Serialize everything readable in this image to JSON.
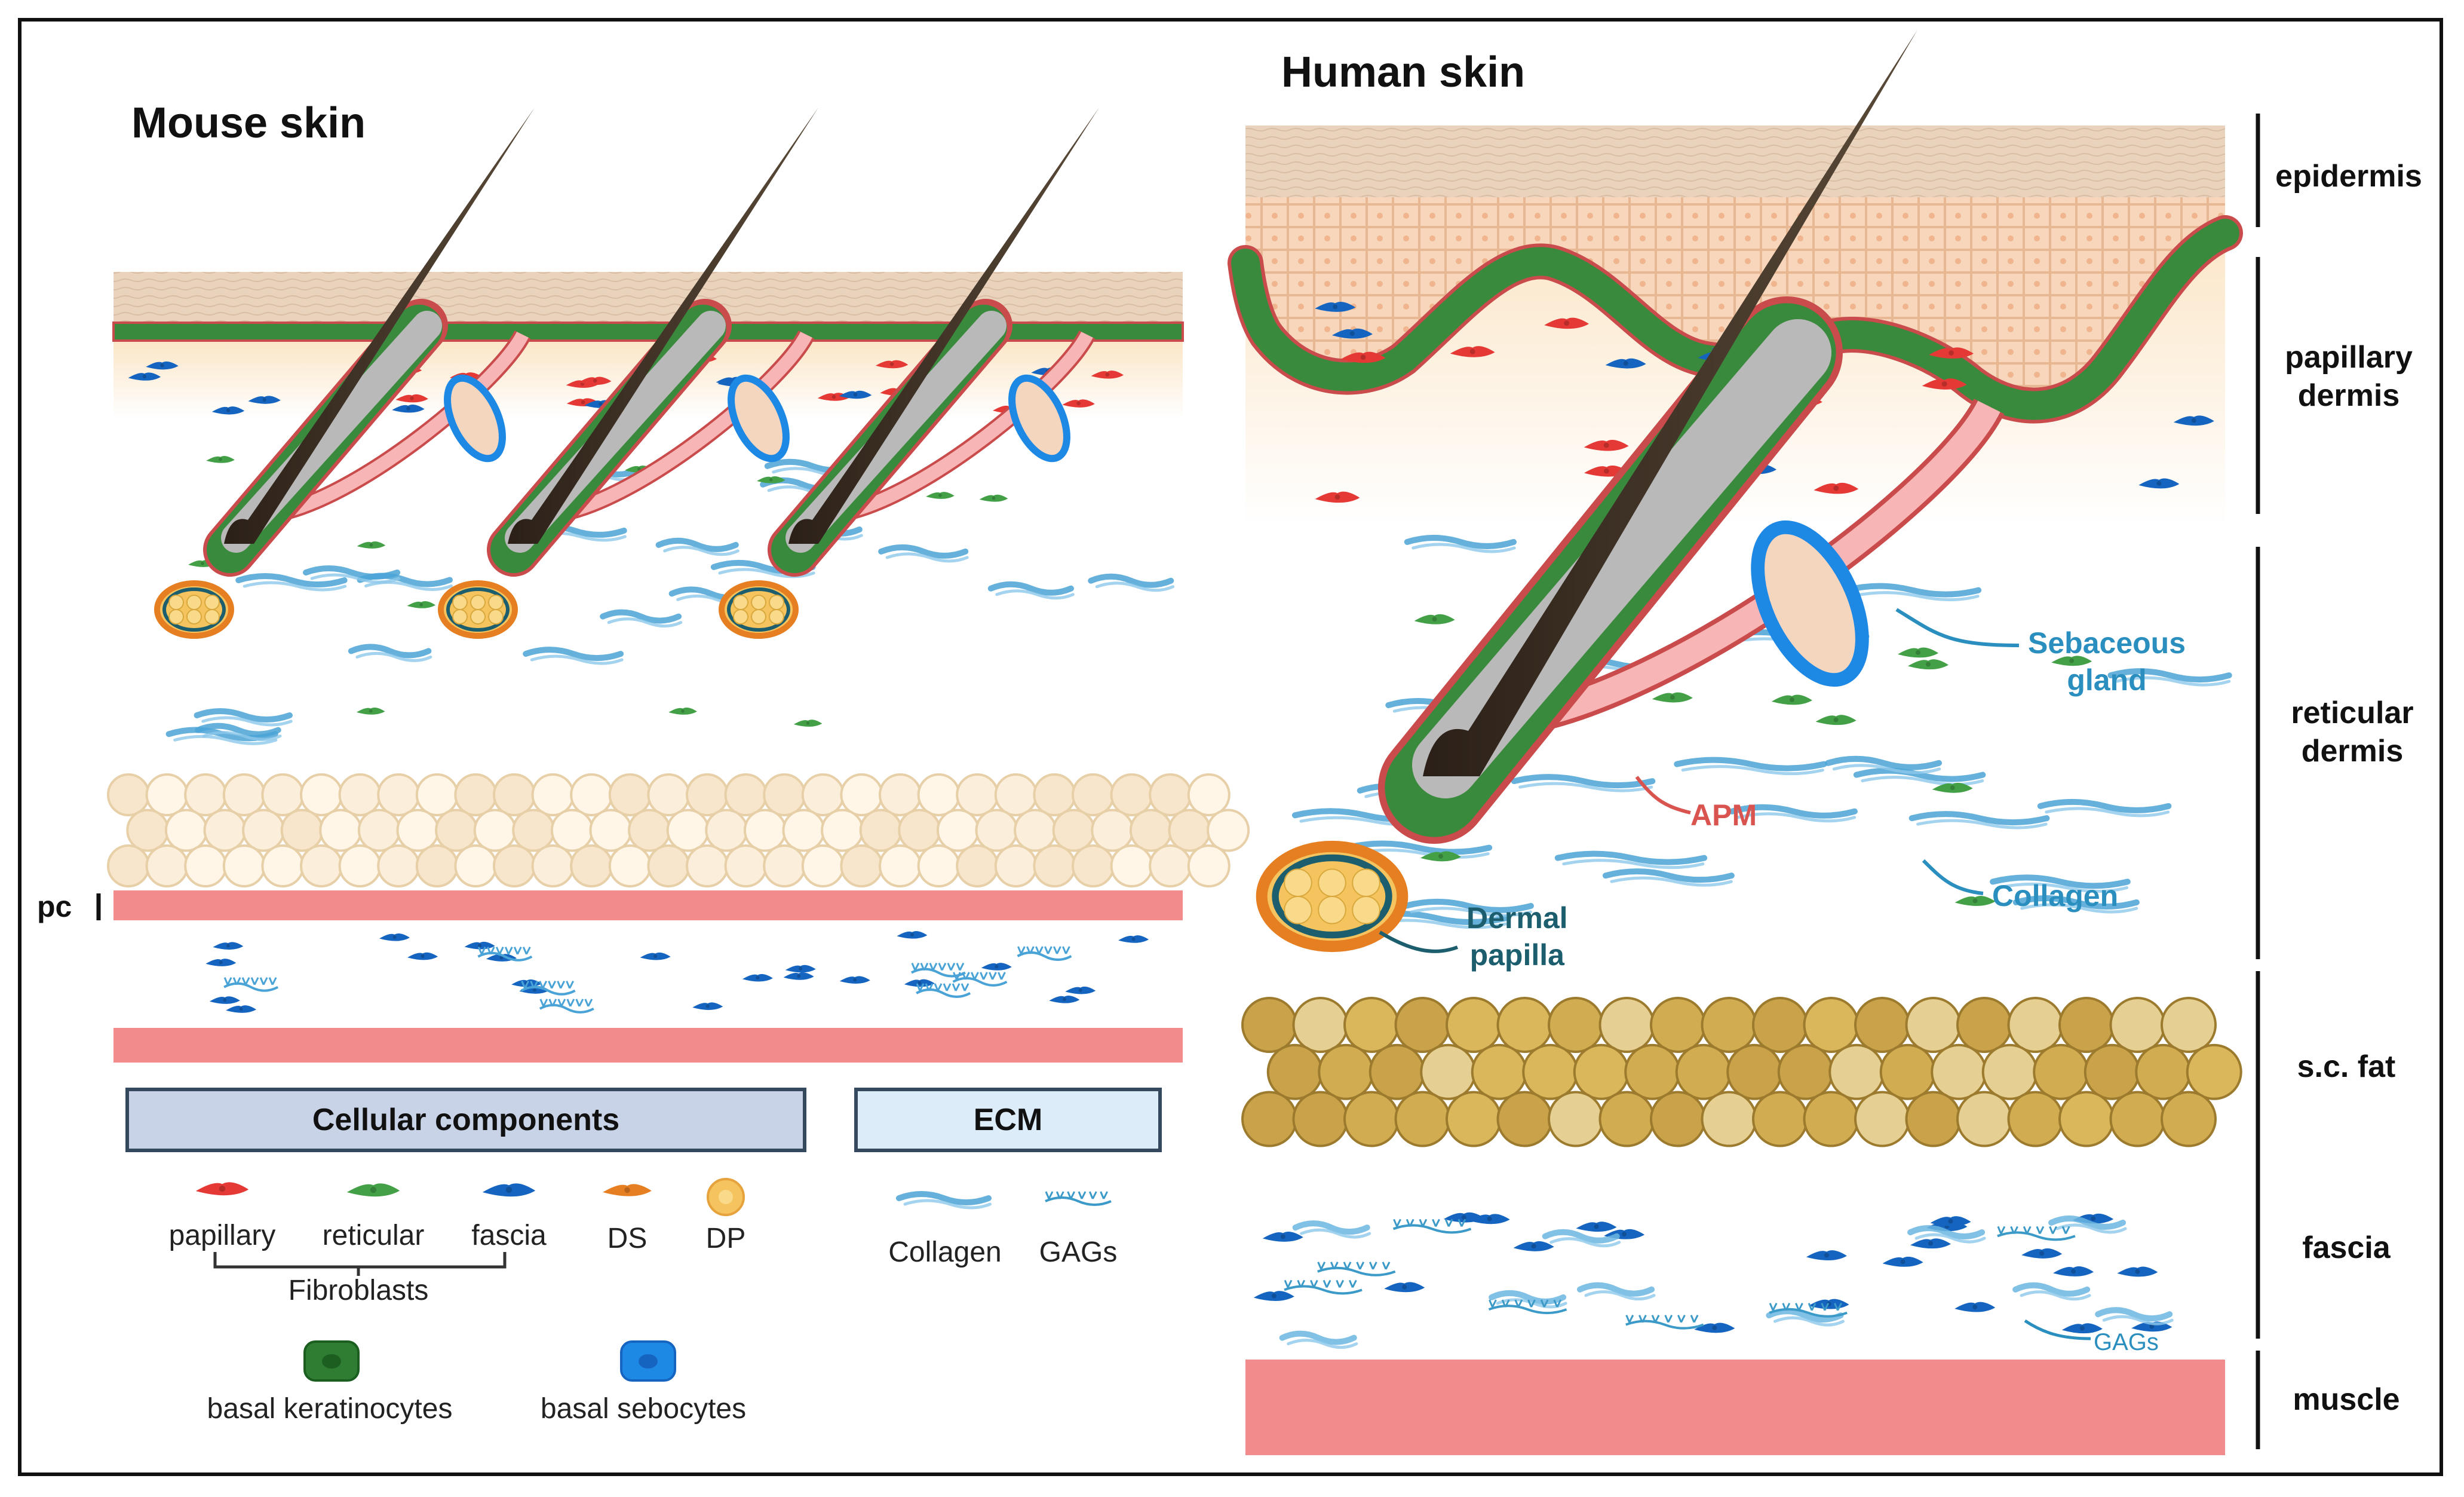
{
  "titles": {
    "mouse": "Mouse skin",
    "human": "Human skin"
  },
  "mouse": {
    "pc_label": "pc"
  },
  "human": {
    "annotations": {
      "sebaceous": "Sebaceous\ngland",
      "apm": "APM",
      "collagen": "Collagen",
      "dermal_papilla": "Dermal\npapilla",
      "gags": "GAGs"
    }
  },
  "layers": [
    "epidermis",
    "papillary\ndermis",
    "reticular\ndermis",
    "s.c. fat",
    "fascia",
    "muscle"
  ],
  "legend": {
    "cellular_header": "Cellular components",
    "ecm_header": "ECM",
    "cells": [
      "papillary",
      "reticular",
      "fascia",
      "DS",
      "DP"
    ],
    "fibroblasts_label": "Fibroblasts",
    "ecm_items": [
      "Collagen",
      "GAGs"
    ],
    "basal": [
      "basal keratinocytes",
      "basal sebocytes"
    ]
  },
  "colors": {
    "papillary_fibroblast": "#e53935",
    "reticular_fibroblast": "#43a047",
    "fascia_fibroblast": "#1565c0",
    "ds": "#e67e22",
    "dp": "#f5c45e",
    "collagen": "#4aa3d6",
    "keratinocyte": "#2e7d32",
    "sebocyte": "#1e88e5",
    "muscle": "#f28b8b",
    "hair": "#3e3225",
    "fat": "#d9b75a",
    "annotation_blue": "#2a8fbf",
    "annotation_red": "#d9534f",
    "annotation_teal": "#1d5e6e"
  }
}
